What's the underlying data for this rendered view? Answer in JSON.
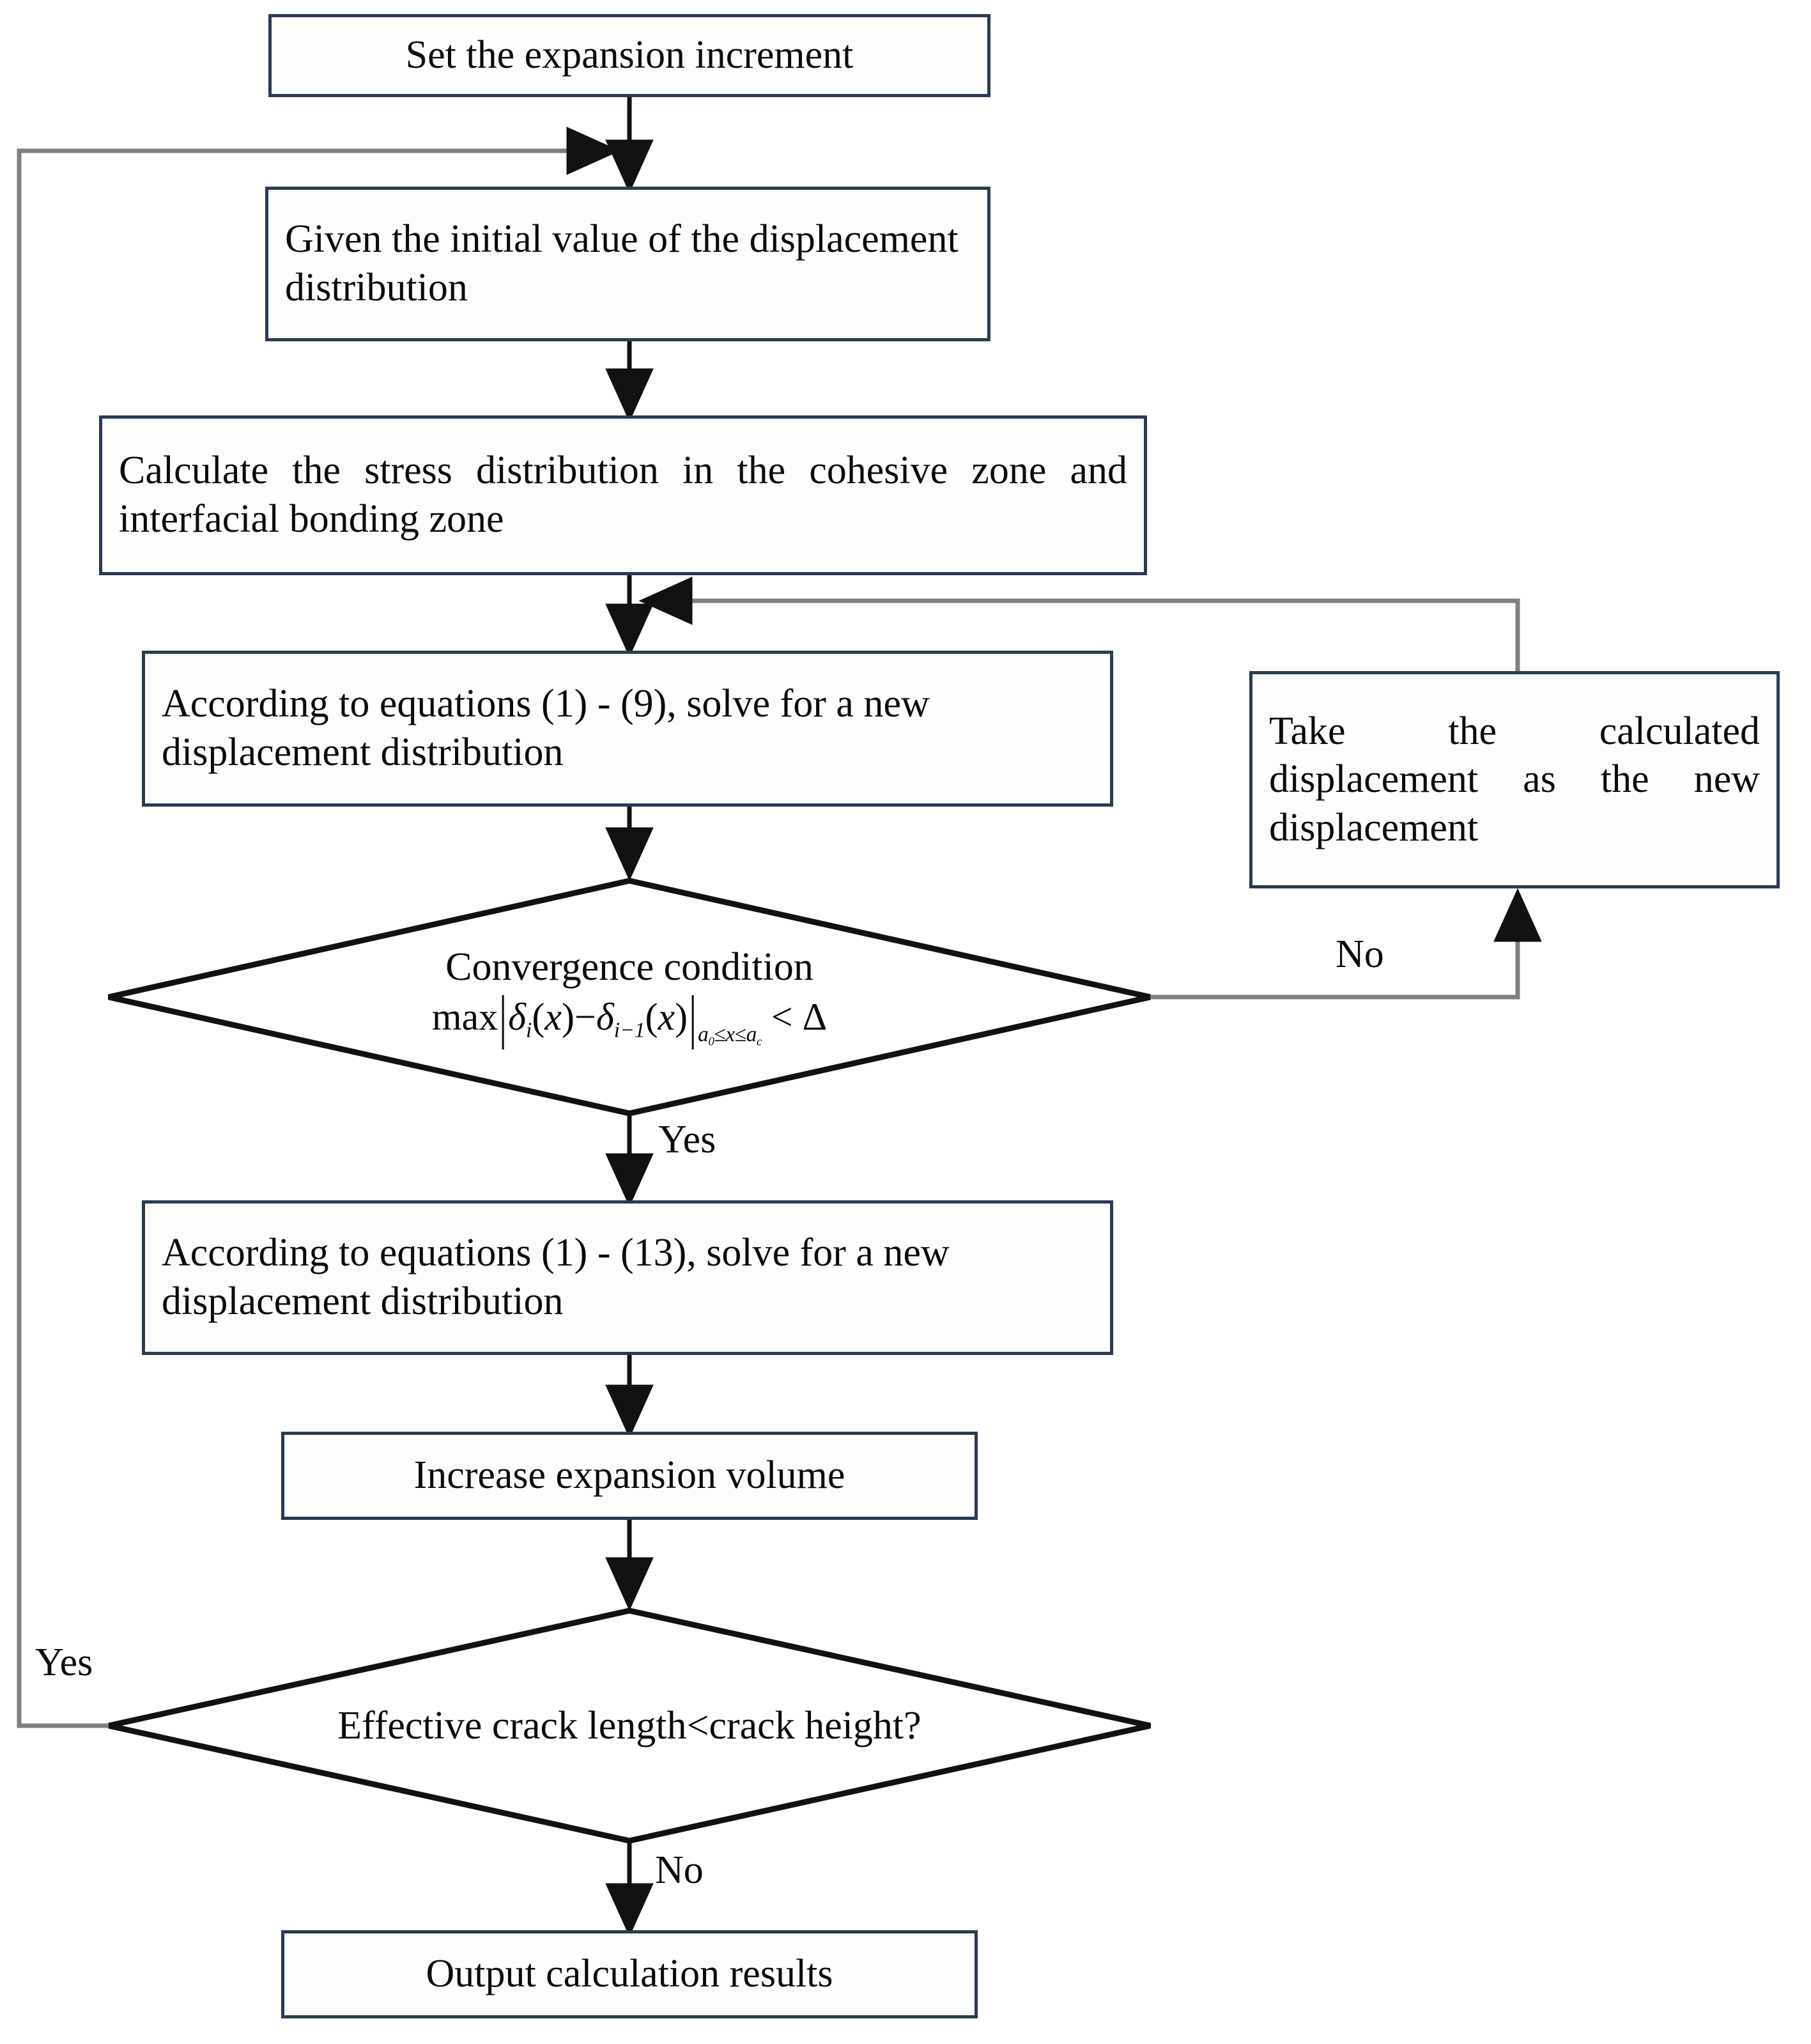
{
  "diagram": {
    "title": "Iterative cohesive-zone crack expansion solution flowchart",
    "type": "flowchart",
    "colors": {
      "box_border": "#2b3a55",
      "box_fill": "#fdfdfb",
      "connector_dark": "#111111",
      "connector_gray": "#808080",
      "text": "#0a0a0a",
      "page_background": "#ffffff"
    },
    "nodes": [
      {
        "id": "set-expansion-increment",
        "shape": "process",
        "text": "Set the expansion increment",
        "align": "center"
      },
      {
        "id": "given-initial-value",
        "shape": "process",
        "text": "Given the initial value of the displacement distribution",
        "align": "left"
      },
      {
        "id": "calculate-stress-distribution",
        "shape": "process",
        "text": "Calculate the stress distribution in the cohesive zone and interfacial bonding zone",
        "align": "justify"
      },
      {
        "id": "solve-equations-1-9",
        "shape": "process",
        "text": "According to equations (1) - (9), solve for a new displacement distribution",
        "align": "left"
      },
      {
        "id": "take-calculated-displacement",
        "shape": "process",
        "text": "Take the calculated displacement as the new displacement",
        "align": "justify"
      },
      {
        "id": "convergence-condition",
        "shape": "decision",
        "text": "Convergence condition",
        "formula": {
          "plain": "max |δi(x) − δi−1(x)|a0 ≤ x ≤ ac < Δ",
          "operator": "max",
          "delta_symbol": "δ",
          "first_term_subscript": "i",
          "second_term_subscript": "i−1",
          "variable": "x",
          "constraint_lower": "a0",
          "constraint_upper": "ac",
          "comparison": "<",
          "tolerance": "Δ"
        }
      },
      {
        "id": "solve-equations-1-13",
        "shape": "process",
        "text": "According to equations (1) - (13), solve for a new displacement distribution",
        "align": "left"
      },
      {
        "id": "increase-expansion-volume",
        "shape": "process",
        "text": "Increase expansion volume",
        "align": "center"
      },
      {
        "id": "effective-crack-length-check",
        "shape": "decision",
        "text": "Effective crack length<crack height?"
      },
      {
        "id": "output-calculation-results",
        "shape": "process",
        "text": "Output calculation results",
        "align": "center"
      }
    ],
    "edge_labels": {
      "convergence_no": "No",
      "convergence_yes": "Yes",
      "crack_check_yes": "Yes",
      "crack_check_no": "No"
    }
  }
}
